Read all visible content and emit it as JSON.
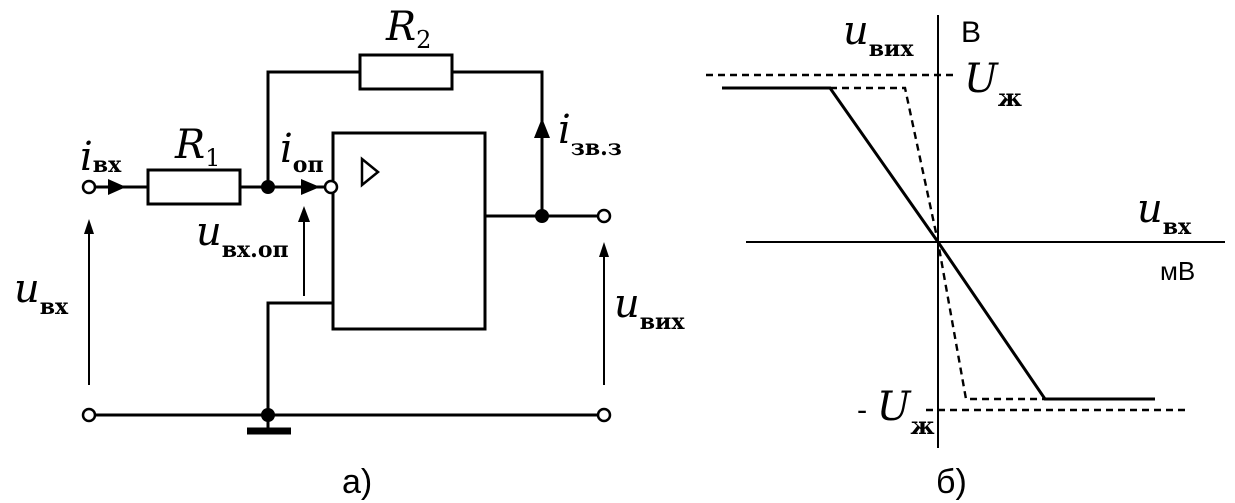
{
  "circuit": {
    "caption": "а)",
    "r1": {
      "letter": "R",
      "sub": "1"
    },
    "r2": {
      "letter": "R",
      "sub": "2"
    },
    "i_in": {
      "letter": "i",
      "sub": "вх"
    },
    "i_op": {
      "letter": "i",
      "sub": "оп"
    },
    "i_fb": {
      "letter": "i",
      "sub": "зв.з"
    },
    "u_in_op": {
      "letter": "u",
      "sub": "вх.оп"
    },
    "u_in": {
      "letter": "u",
      "sub": "вх"
    },
    "u_out": {
      "letter": "u",
      "sub": "вих"
    },
    "opamp_symbol": "triangle-icon"
  },
  "transfer": {
    "caption": "б)",
    "y_axis": {
      "letter": "u",
      "sub": "вих",
      "unit": "В"
    },
    "x_axis": {
      "letter": "u",
      "sub": "вх",
      "unit": "мВ"
    },
    "sat_pos": {
      "letter": "U",
      "sub": "ж"
    },
    "sat_neg": {
      "prefix": "- ",
      "letter": "U",
      "sub": "ж"
    },
    "curves": [
      {
        "style": "solid"
      },
      {
        "style": "dashed"
      }
    ]
  }
}
